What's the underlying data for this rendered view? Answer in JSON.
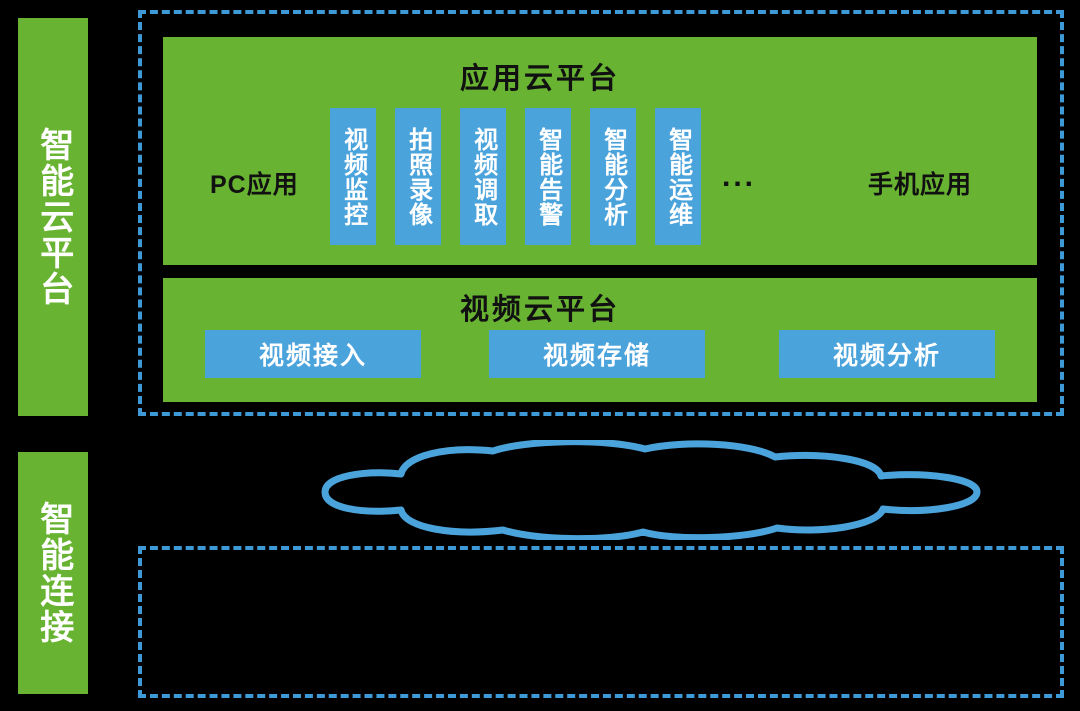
{
  "sidebars": [
    {
      "id": "cloud-platform",
      "label": "智能云平台"
    },
    {
      "id": "connectivity",
      "label": "智能连接"
    }
  ],
  "app_platform": {
    "title": "应用云平台",
    "left_label": "PC应用",
    "right_label": "手机应用",
    "ellipsis": "...",
    "chips": [
      {
        "label": "视频监控"
      },
      {
        "label": "拍照录像"
      },
      {
        "label": "视频调取"
      },
      {
        "label": "智能告警"
      },
      {
        "label": "智能分析"
      },
      {
        "label": "智能运维"
      }
    ]
  },
  "video_platform": {
    "title": "视频云平台",
    "chips": [
      {
        "label": "视频接入"
      },
      {
        "label": "视频存储"
      },
      {
        "label": "视频分析"
      }
    ]
  },
  "cloud_graphic": {
    "name": "network-cloud"
  },
  "connect_zone": {
    "label": ""
  },
  "colors": {
    "background": "#000000",
    "green": "#68B332",
    "blue": "#4BA3DB",
    "dashed_border": "#3E9AD6",
    "text_light": "#ffffff",
    "text_dark": "#111111"
  }
}
